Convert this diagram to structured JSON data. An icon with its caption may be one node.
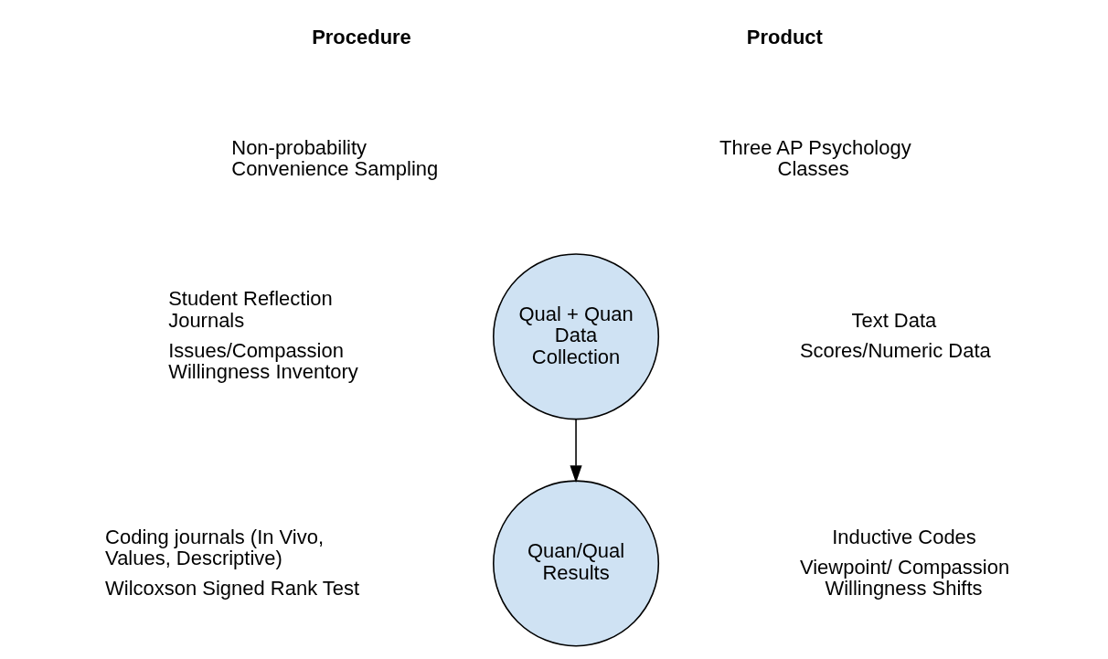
{
  "diagram": {
    "nodes": [
      {
        "text": [
          "Qual + Quan Data Collection"
        ]
      },
      {
        "text": [
          "Quan/Qual Results"
        ]
      }
    ],
    "edges": [
      {
        "from": 0,
        "to": 1,
        "arrow": "to"
      }
    ],
    "labels": [
      "Procedure",
      "Product",
      "Non-probability Convenience Sampling",
      "Three AP Psychology Classes",
      "Student Reflection Journals",
      "Issues/Compassion Willingness Inventory",
      "Text Data",
      "Scores/Numeric Data",
      "Coding journals (In Vivo, Values, Descriptive)",
      "Wilcoxson Signed Rank Test",
      "Inductive Codes",
      "Viewpoint/ Compassion Willingness Shifts"
    ]
  }
}
